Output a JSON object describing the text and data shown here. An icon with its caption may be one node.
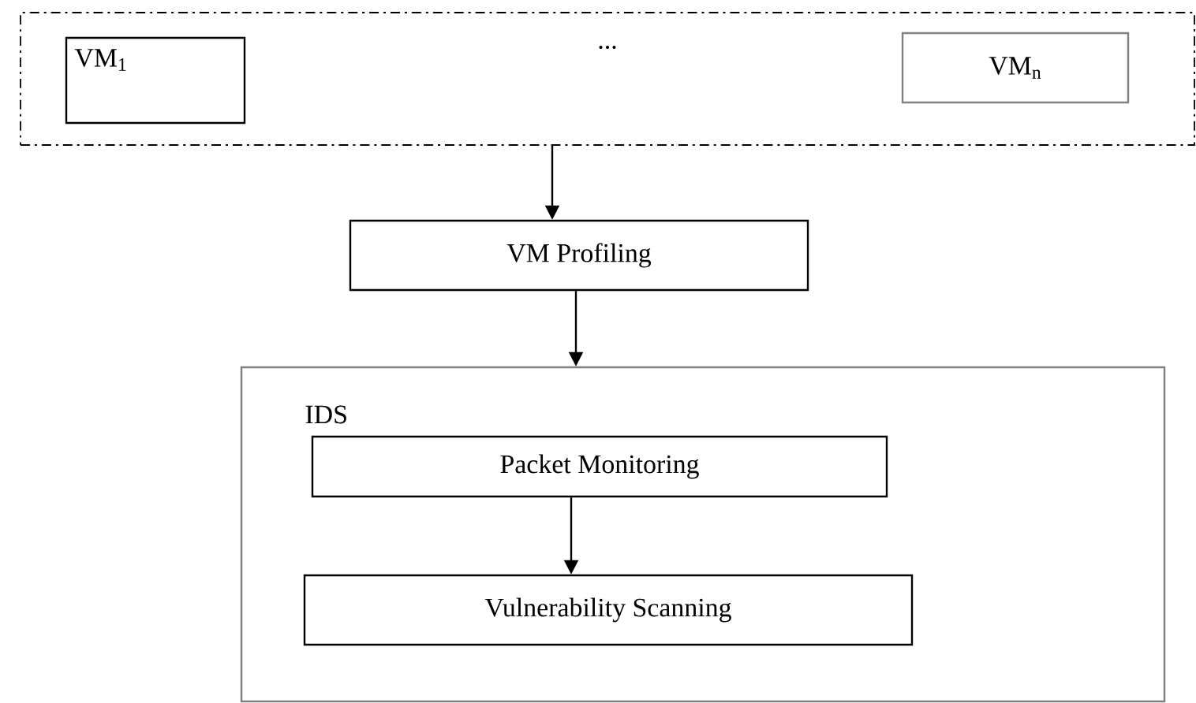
{
  "diagram": {
    "nodes": [
      {
        "text": [],
        "shape": "box"
      },
      {
        "text": [
          "VM$_{1}$"
        ],
        "in": 0
      },
      {
        "text": [
          "VM$_{n}$"
        ],
        "in": 0
      },
      {
        "text": [
          "VM Profiling"
        ]
      },
      {
        "text": [
          "IDS"
        ]
      },
      {
        "text": [
          "Packet Monitoring"
        ],
        "in": 4
      },
      {
        "text": [
          "Vulnerability Scanning"
        ],
        "in": 4
      }
    ],
    "edges": [
      {
        "from": 0,
        "to": 3,
        "arrow": "to"
      },
      {
        "from": 3,
        "to": 4,
        "arrow": "to"
      },
      {
        "from": 5,
        "to": 6,
        "arrow": "to"
      }
    ],
    "labels": [
      "..."
    ]
  }
}
